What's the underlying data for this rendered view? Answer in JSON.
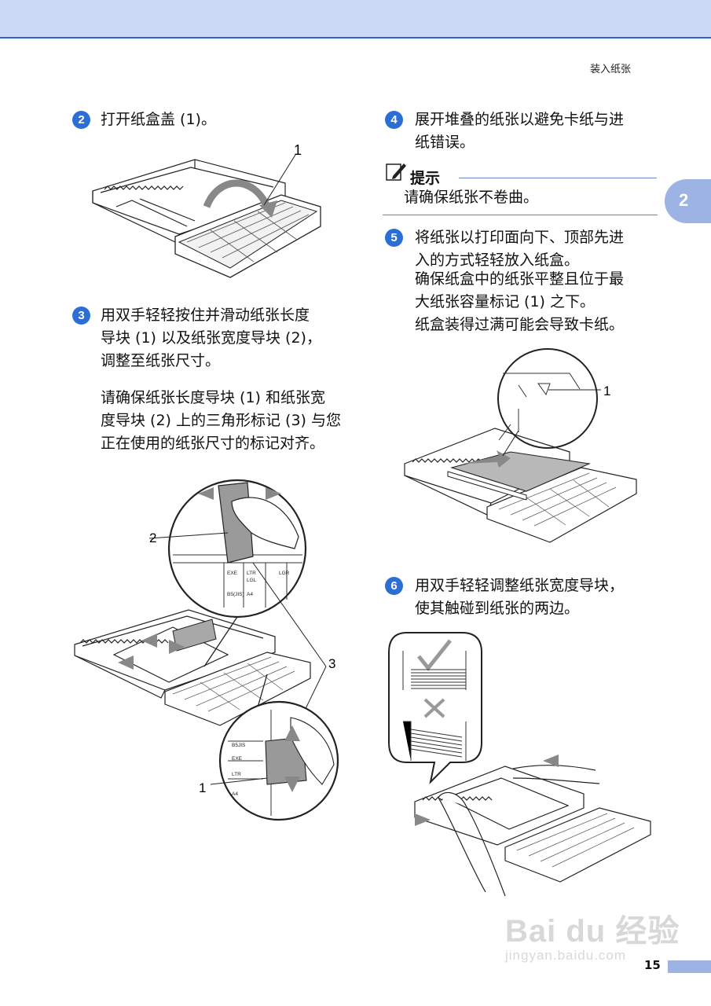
{
  "header": {
    "section_title": "装入纸张",
    "chapter_number": "2"
  },
  "steps": {
    "s2": {
      "num": "2",
      "text": "打开纸盒盖 (1)。",
      "callout": "1"
    },
    "s3": {
      "num": "3",
      "lines": [
        "用双手轻轻按住并滑动纸张长度",
        "导块 (1) 以及纸张宽度导块 (2)，",
        "调整至纸张尺寸。"
      ],
      "note_lines": [
        "请确保纸张长度导块 (1) 和纸张宽",
        "度导块 (2) 上的三角形标记 (3) 与您",
        "正在使用的纸张尺寸的标记对齐。"
      ],
      "callouts": {
        "c1": "1",
        "c2": "2",
        "c3": "3"
      },
      "upper_labels": [
        "EXE",
        "LTR",
        "LGL",
        "LGR",
        "B5(JIS)",
        "A4"
      ],
      "lower_labels": [
        "B5JIS",
        "EXE",
        "LTR",
        "A4"
      ]
    },
    "s4": {
      "num": "4",
      "lines": [
        "展开堆叠的纸张以避免卡纸与进",
        "纸错误。"
      ]
    },
    "hint": {
      "title": "提示",
      "text": "请确保纸张不卷曲。"
    },
    "s5": {
      "num": "5",
      "lines": [
        "将纸张以打印面向下、顶部先进",
        "入的方式轻轻放入纸盒。",
        "确保纸盒中的纸张平整且位于最",
        "大纸张容量标记 (1) 之下。",
        "纸盒装得过满可能会导致卡纸。"
      ],
      "callout": "1"
    },
    "s6": {
      "num": "6",
      "lines": [
        "用双手轻轻调整纸张宽度导块，",
        "使其触碰到纸张的两边。"
      ]
    }
  },
  "footer": {
    "page_number": "15"
  },
  "watermark": {
    "brand": "Bai du 经验",
    "url": "jingyan.baidu.com"
  },
  "colors": {
    "accent_blue": "#2b6fd4",
    "top_band": "#ccd9f6",
    "tab_blue": "#9db3e3"
  }
}
